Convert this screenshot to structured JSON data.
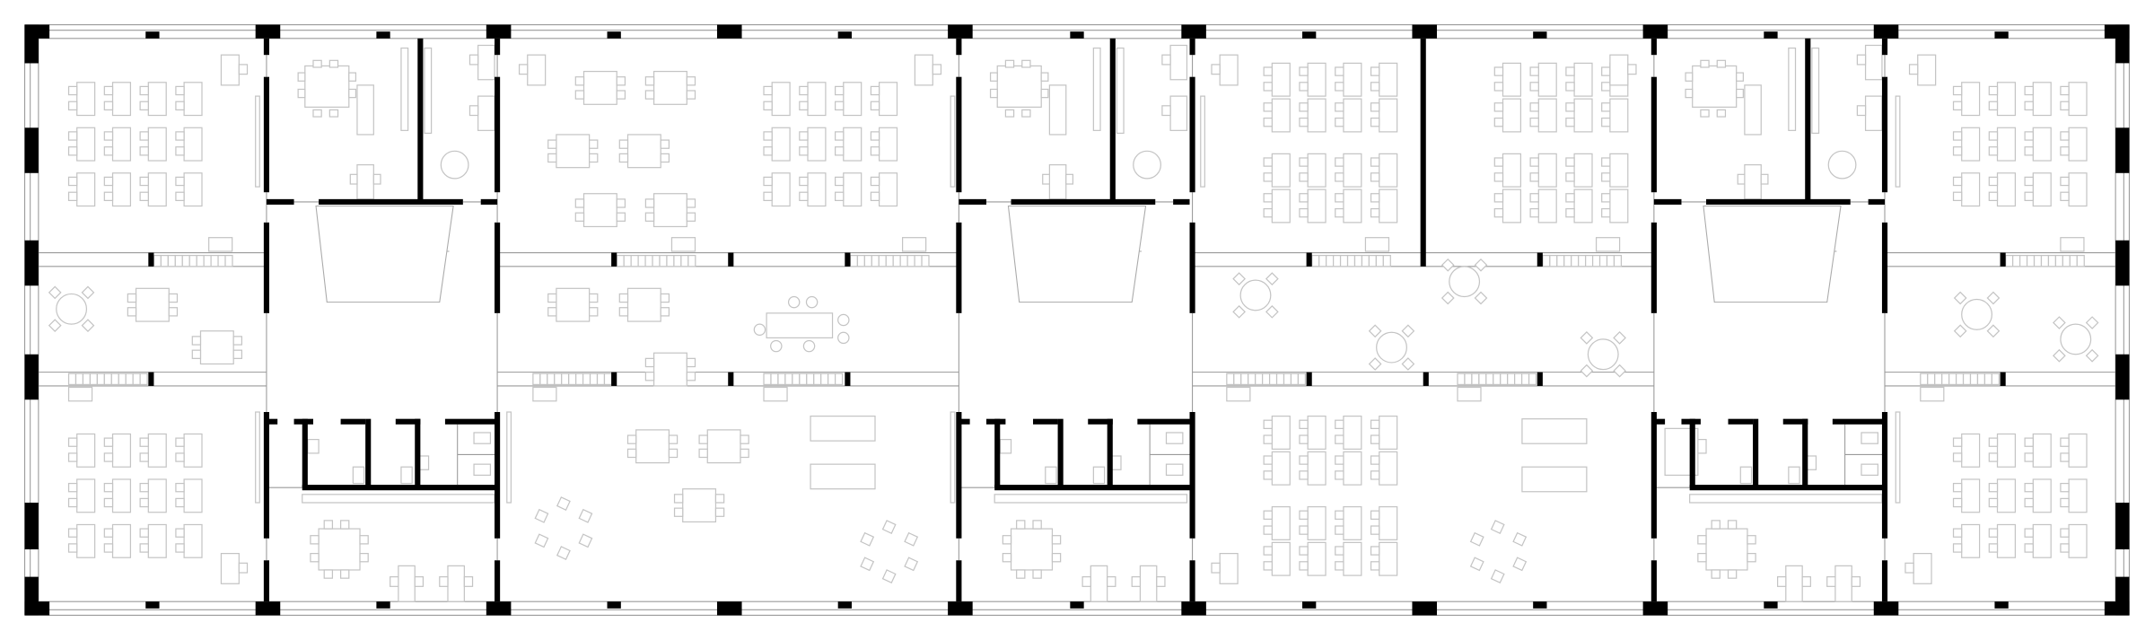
{
  "plan": {
    "background": "#ffffff",
    "wall_color": "#000000",
    "outline_color": "#9a9a9a",
    "furniture_color": "#c4c4c4",
    "elements": [
      "exterior-wall",
      "column",
      "interior-wall",
      "stair",
      "toilet",
      "desk",
      "chair",
      "round-table",
      "locker",
      "window"
    ]
  }
}
